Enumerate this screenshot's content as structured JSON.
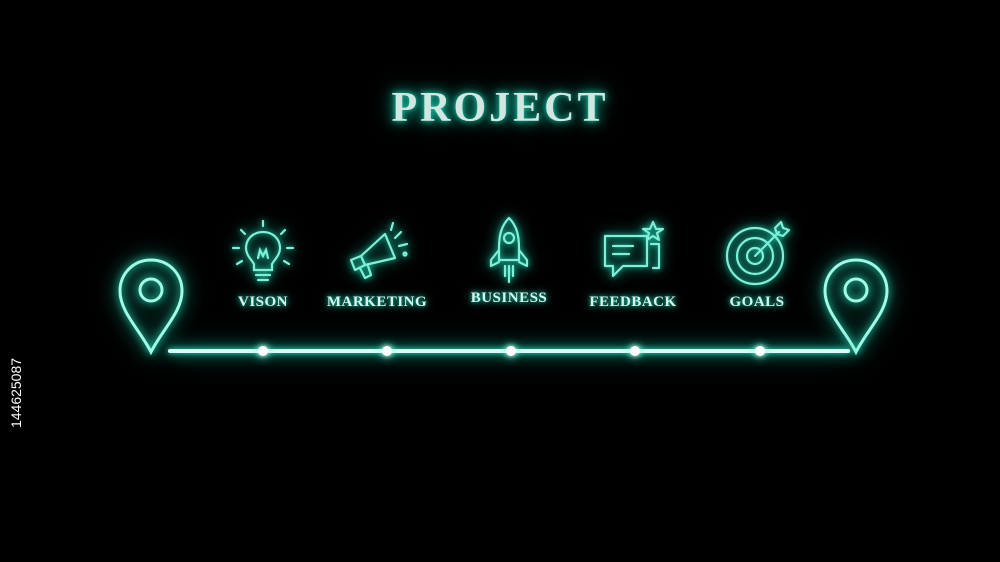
{
  "title": "PROJECT",
  "steps": [
    {
      "label": "VISON",
      "icon": "lightbulb-icon"
    },
    {
      "label": "MARKETING",
      "icon": "megaphone-icon"
    },
    {
      "label": "BUSINESS",
      "icon": "rocket-icon"
    },
    {
      "label": "FEEDBACK",
      "icon": "chat-star-icon"
    },
    {
      "label": "GOALS",
      "icon": "target-icon"
    }
  ],
  "watermark": {
    "stock_id": "144625087"
  },
  "colors": {
    "glow": "#1fd1b2",
    "line": "#d8fff6",
    "background": "#000000"
  }
}
